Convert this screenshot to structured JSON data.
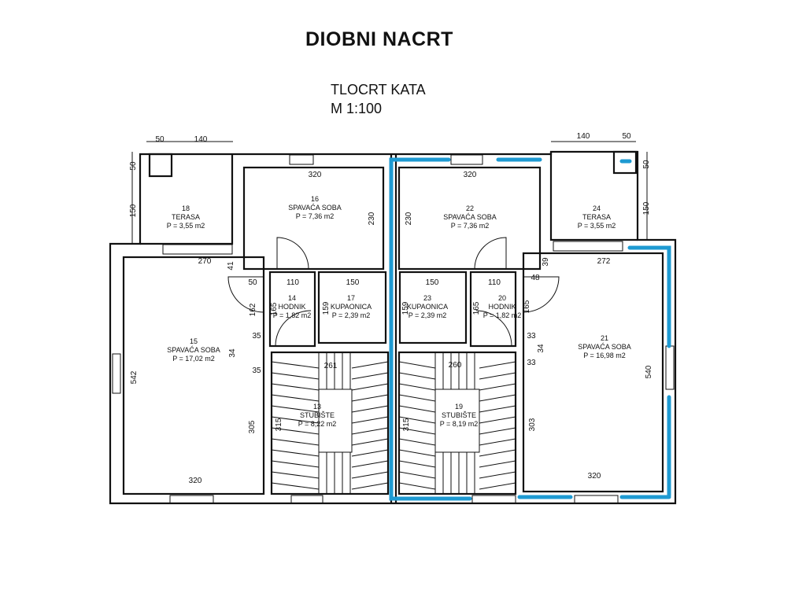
{
  "title": "DIOBNI NACRT",
  "subtitle": "TLOCRT KATA",
  "scale": "M 1:100",
  "colors": {
    "highlight": "#1e9ad2",
    "walls": "#111111"
  },
  "rooms": [
    {
      "no": "18",
      "name": "TERASA",
      "area": "P = 3,55 m2"
    },
    {
      "no": "16",
      "name": "SPAVAĆA SOBA",
      "area": "P = 7,36 m2"
    },
    {
      "no": "22",
      "name": "SPAVAĆA SOBA",
      "area": "P = 7,36 m2"
    },
    {
      "no": "24",
      "name": "TERASA",
      "area": "P = 3,55 m2"
    },
    {
      "no": "15",
      "name": "SPAVAĆA SOBA",
      "area": "P = 17,02 m2"
    },
    {
      "no": "14",
      "name": "HODNIK",
      "area": "P = 1,82 m2"
    },
    {
      "no": "17",
      "name": "KUPAONICA",
      "area": "P = 2,39 m2"
    },
    {
      "no": "23",
      "name": "KUPAONICA",
      "area": "P = 2,39 m2"
    },
    {
      "no": "20",
      "name": "HODNIK",
      "area": "P = 1,82 m2"
    },
    {
      "no": "21",
      "name": "SPAVAĆA SOBA",
      "area": "P = 16,98 m2"
    },
    {
      "no": "13",
      "name": "STUBIŠTE",
      "area": "P = 8,22 m2"
    },
    {
      "no": "19",
      "name": "STUBIŠTE",
      "area": "P = 8,19 m2"
    }
  ],
  "dims": [
    "50",
    "140",
    "140",
    "50",
    "50",
    "150",
    "50",
    "150",
    "320",
    "230",
    "320",
    "230",
    "270",
    "41",
    "50",
    "110",
    "150",
    "150",
    "110",
    "48",
    "39",
    "272",
    "162",
    "165",
    "159",
    "159",
    "165",
    "165",
    "35",
    "34",
    "35",
    "33",
    "34",
    "33",
    "542",
    "305",
    "261",
    "315",
    "260",
    "315",
    "303",
    "540",
    "320",
    "320"
  ]
}
